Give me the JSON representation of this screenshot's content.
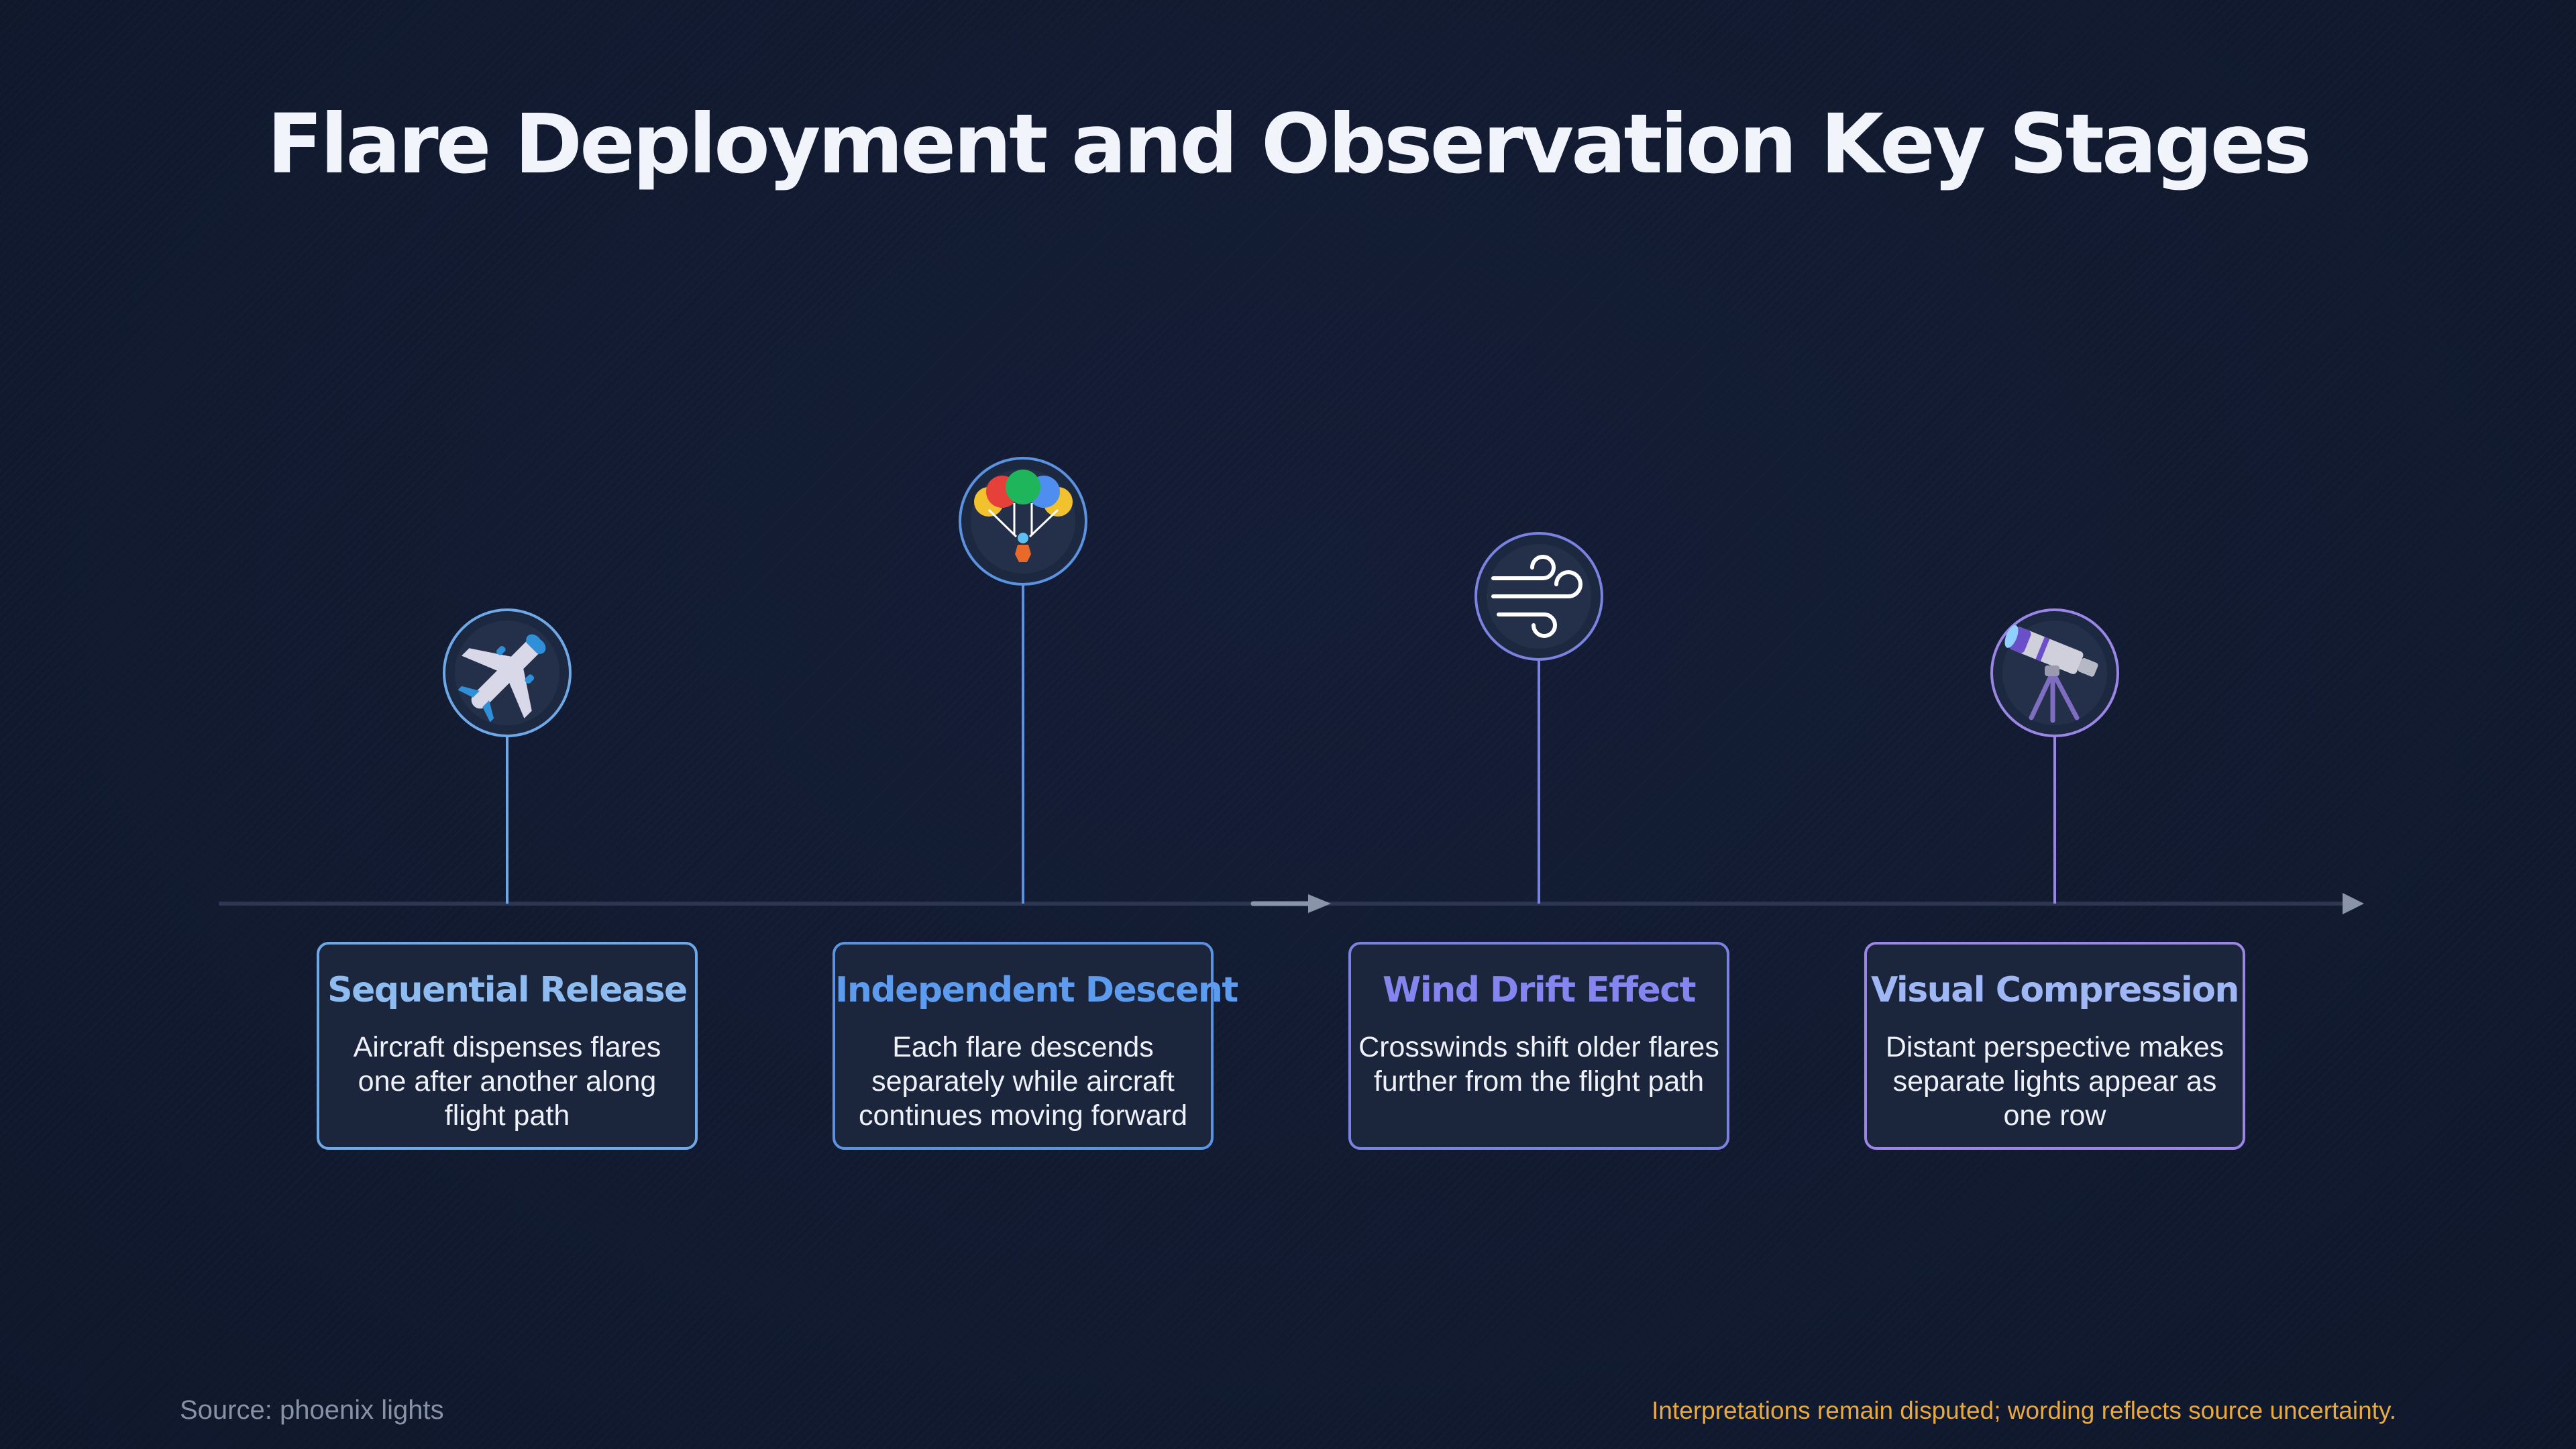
{
  "title": "Flare Deployment and Observation Key Stages",
  "colors": {
    "background": "#121a30",
    "axis": "#2c3650",
    "arrow": "#8a94a8",
    "footer_note": "#e9a93e"
  },
  "stages": [
    {
      "title": "Sequential Release",
      "description": "Aircraft dispenses flares one after another along flight path",
      "icon": "airplane-icon",
      "color": "#8ebcf0",
      "accent": "#6fa8e6"
    },
    {
      "title": "Independent Descent",
      "description": "Each flare descends separately while aircraft continues moving forward",
      "icon": "parachute-icon",
      "color": "#5d9bee",
      "accent": "#5b93e0"
    },
    {
      "title": "Wind Drift Effect",
      "description": "Crosswinds shift older flares further from the flight path",
      "icon": "wind-icon",
      "color": "#8485ee",
      "accent": "#7b82e0"
    },
    {
      "title": "Visual Compression",
      "description": "Distant perspective makes separate lights appear as one row",
      "icon": "telescope-icon",
      "color": "#9fb8f5",
      "accent": "#9b86e6"
    }
  ],
  "footer": {
    "source": "Source: phoenix lights",
    "note": "Interpretations remain disputed; wording reflects source uncertainty."
  }
}
